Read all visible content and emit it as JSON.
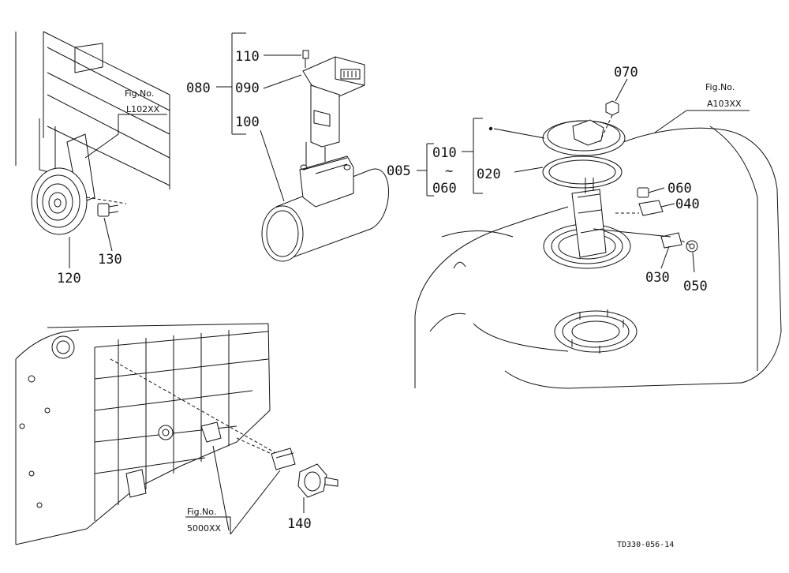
{
  "parts": {
    "p110": "110",
    "p090": "090",
    "p080": "080",
    "p100": "100",
    "p070": "070",
    "p010": "010",
    "tilde": "~",
    "p060a": "060",
    "p005": "005",
    "p020": "020",
    "p060b": "060",
    "p040": "040",
    "p030": "030",
    "p050": "050",
    "p130": "130",
    "p120": "120",
    "p140": "140"
  },
  "figrefs": {
    "horn": {
      "fig": "Fig.No.",
      "num": "L102XX"
    },
    "tank": {
      "fig": "Fig.No.",
      "num": "A103XX"
    },
    "engine": {
      "fig": "Fig.No.",
      "num": "5000XX"
    }
  },
  "drawing_code": "TD330-056-14"
}
